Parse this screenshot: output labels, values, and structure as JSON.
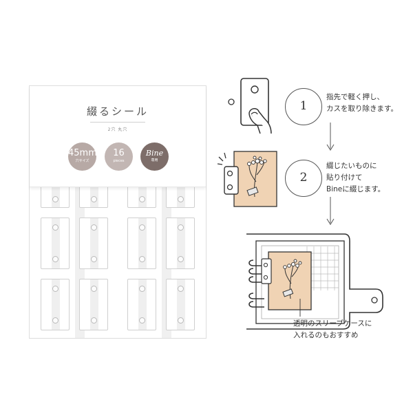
{
  "product": {
    "title": "綴るシール",
    "subtitle": "2穴 丸穴",
    "badges": [
      {
        "main": "45mm",
        "sub": "穴サイズ"
      },
      {
        "main": "16",
        "sub": "pieces"
      },
      {
        "main": "Bine",
        "sub": "専用"
      }
    ]
  },
  "steps": [
    {
      "number": "1",
      "lines": [
        "指先で軽く押し、",
        "カスを取り除きます。"
      ]
    },
    {
      "number": "2",
      "lines": [
        "綴じたいものに",
        "貼り付けて",
        "Bineに綴じます。"
      ]
    }
  ],
  "note": {
    "lines": [
      "透明のスリーブケースに",
      "入れるのもおすすめ"
    ]
  },
  "colors": {
    "badge_light": "#b7a9a5",
    "badge_mid": "#c2b6b3",
    "badge_dark": "#7d6d69",
    "kraft": "#f0d3b4"
  }
}
